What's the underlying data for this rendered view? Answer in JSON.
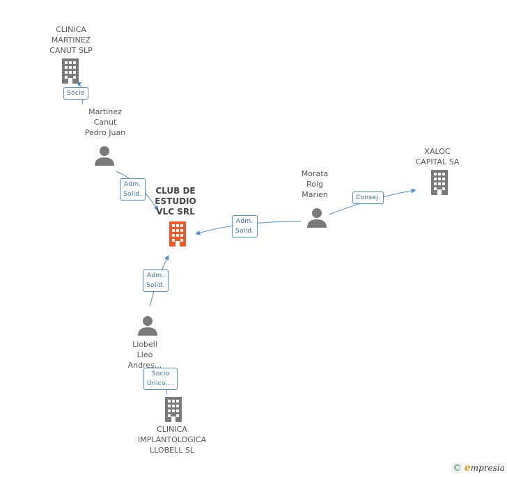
{
  "colors": {
    "company": "#7a7a7a",
    "main_company": "#ef5a28",
    "person": "#7a7a7a",
    "edge": "#4a8fd8"
  },
  "nodes": {
    "clinica_martinez": {
      "lines": [
        "CLINICA",
        "MARTINEZ",
        "CANUT  SLP"
      ],
      "icon": "building-icon"
    },
    "martinez_canut": {
      "lines": [
        "Martinez",
        "Canut",
        "Pedro Juan"
      ],
      "icon": "person-icon"
    },
    "club_estudio": {
      "lines": [
        "CLUB DE",
        "ESTUDIO",
        "VLC SRL"
      ],
      "icon": "building-icon"
    },
    "morata_roig": {
      "lines": [
        "Morata",
        "Roig",
        "Marien"
      ],
      "icon": "person-icon"
    },
    "xaloc_capital": {
      "lines": [
        "XALOC",
        "CAPITAL SA"
      ],
      "icon": "building-icon"
    },
    "llobell_lleo": {
      "lines": [
        "Llobell",
        "Lleo",
        "Andres..."
      ],
      "icon": "person-icon"
    },
    "clinica_implantologica": {
      "lines": [
        "CLINICA",
        "IMPLANTOLOGICA",
        "LLOBELL  SL"
      ],
      "icon": "building-icon"
    }
  },
  "edges": {
    "socio": {
      "lines": [
        "Socio"
      ]
    },
    "adm_martinez": {
      "lines": [
        "Adm.",
        "Solid."
      ]
    },
    "adm_morata": {
      "lines": [
        "Adm.",
        "Solid."
      ]
    },
    "consej": {
      "lines": [
        "Consej."
      ]
    },
    "adm_llobell": {
      "lines": [
        "Adm.",
        "Solid."
      ]
    },
    "socio_unico": {
      "lines": [
        "Socio",
        "Único,..."
      ]
    }
  },
  "brand": {
    "copyright": "©",
    "initial": "e",
    "name": "mpresia"
  }
}
